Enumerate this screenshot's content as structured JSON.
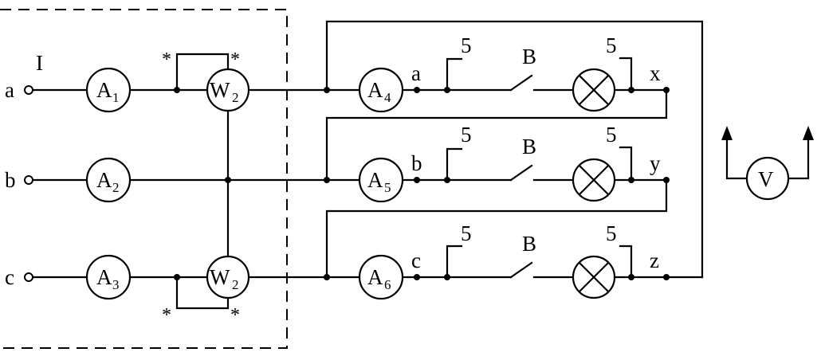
{
  "phases": [
    {
      "label": "a",
      "ammeter": "A",
      "ammeter_sub": "1"
    },
    {
      "label": "b",
      "ammeter": "A",
      "ammeter_sub": "2"
    },
    {
      "label": "c",
      "ammeter": "A",
      "ammeter_sub": "3"
    }
  ],
  "current_label": "I",
  "wattmeters": [
    {
      "main": "W",
      "sub": "2"
    },
    {
      "main": "W",
      "sub": "2"
    }
  ],
  "star_mark": "*",
  "load_ammeters": [
    {
      "main": "A",
      "sub": "4"
    },
    {
      "main": "A",
      "sub": "5"
    },
    {
      "main": "A",
      "sub": "6"
    }
  ],
  "load_phase_labels": [
    "a",
    "b",
    "c"
  ],
  "switch_number": "5",
  "switch_label": "B",
  "lamp_number": "5",
  "end_labels": [
    "x",
    "y",
    "z"
  ],
  "voltmeter": "V"
}
